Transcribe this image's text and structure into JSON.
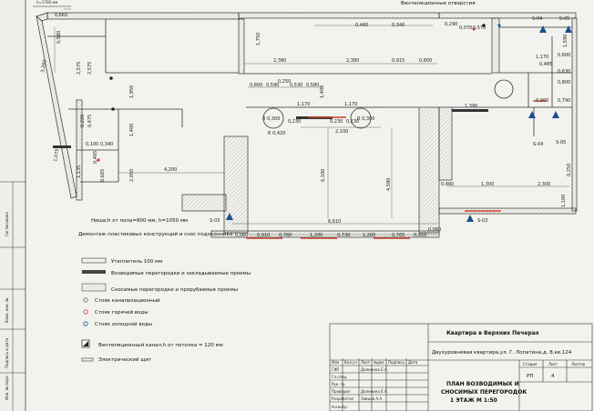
{
  "header": {
    "top_left": "h=1700 мм",
    "top_right": "Вентиляционные отверстия"
  },
  "sections": [
    "S-04",
    "S-05",
    "S-03",
    "S-03",
    "S-05",
    "S-04"
  ],
  "dimensions_top": [
    "0,665",
    "0,580",
    "1,750",
    "2,380",
    "0,460",
    "0,340",
    "2,380",
    "0,915",
    "0,800",
    "0,290",
    "0,070",
    "0,570",
    "1,590",
    "0,485",
    "0,600",
    "0,800"
  ],
  "dimensions_mid": [
    "0,800",
    "0,590",
    "0,250",
    "0,530",
    "0,580",
    "1,400",
    "1,170",
    "1,170",
    "0,230",
    "0,230",
    "0,230",
    "2,100",
    "1,170",
    "0,630",
    "0,900",
    "0,790",
    "1,390"
  ],
  "dimensions_left": [
    "3,260",
    "2,575",
    "2,575",
    "0,220",
    "0,475",
    "1,950",
    "0,100",
    "0,340",
    "1,075",
    "1,135",
    "0,465",
    "0,665",
    "1,400",
    "2,050",
    "4,200"
  ],
  "dimensions_right": [
    "6,100",
    "4,580",
    "0,460",
    "1,300",
    "2,300",
    "1,100",
    "0,250"
  ],
  "dimensions_bottom": [
    "0,060",
    "0,910",
    "0,760",
    "1,200",
    "0,730",
    "1,200",
    "0,765",
    "0,910",
    "0,060",
    "6,610"
  ],
  "radius_labels": [
    "R 0,300",
    "R 0,420",
    "R 0,300"
  ],
  "niche_note": "Ниша:h от пола=800 мм, h=1050 мм",
  "demolition_note": "Демонтаж пластиковых конструкций и снос подоконника",
  "legend": [
    {
      "key": "insulation",
      "label": "Утеплитель 100 мм"
    },
    {
      "key": "erected",
      "label": "Возводимые перегородки и закладываемые проемы"
    },
    {
      "key": "demolished",
      "label": "Сносимые перегородки и прорубаемые проемы"
    },
    {
      "key": "sewer",
      "label": "Стояк канализационный"
    },
    {
      "key": "hot",
      "label": "Стояк горячей воды"
    },
    {
      "key": "cold",
      "label": "Стояк холодной воды"
    },
    {
      "key": "vent",
      "label": "Вентиляционный канал,h от потолка = 120 мм"
    },
    {
      "key": "panel",
      "label": "Электрический щит"
    }
  ],
  "stamp": {
    "project": "Квартира в Верхних Печерах",
    "description": "Двухуровневая квартира,ул. Г. Лопатина,д. 8,кв.124",
    "sheet_title_1": "ПЛАН ВОЗВОДИМЫХ И",
    "sheet_title_2": "СНОСИМЫХ ПЕРЕГОРОДОК",
    "sheet_title_3": "1 ЭТАЖ М 1:50",
    "col_headers": [
      "Изм",
      "Кол.уч",
      "Лист",
      "№док",
      "Подпись",
      "Дата"
    ],
    "rows": [
      "ГИП",
      "Гл.спец.",
      "Рук. гр.",
      "Проверил",
      "Разработал",
      "Н.контр."
    ],
    "gip_name": "Доленина Е.А.",
    "checked_name": "Доленина Е.А.",
    "developed_name": "Зайцев А.А.",
    "stage_hdr": "Стадия",
    "sheet_hdr": "Лист",
    "sheets_hdr": "Листов",
    "stage": "РП",
    "sheet": "4"
  },
  "side_labels": [
    "Инв. № подл.",
    "Подпись и дата",
    "Взам. инв. №",
    "Согласовано"
  ],
  "colors": {
    "paper": "#f2f2ee",
    "ink": "#222222",
    "red": "#c8432c",
    "blue": "#1b4f8f",
    "hatch": "#bdbdbd"
  }
}
